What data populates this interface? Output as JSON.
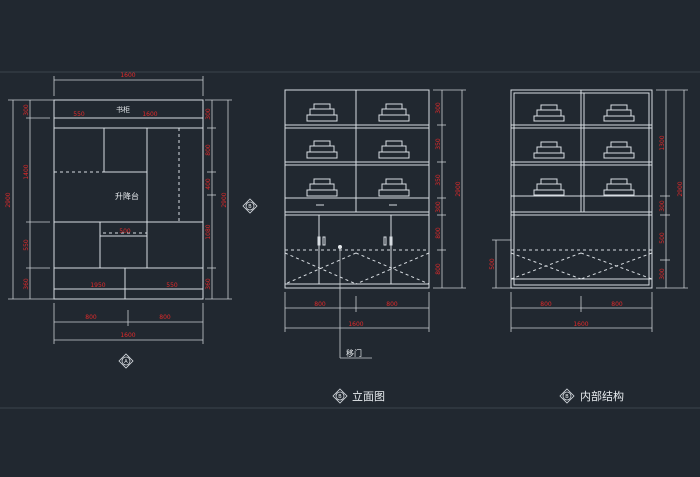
{
  "colors": {
    "background": "#212830",
    "line": "#d8dde2",
    "dimension_text": "#e02a2a",
    "label_text": "#e8ecef"
  },
  "plan_a": {
    "top_width": "1600",
    "label_shelf": "书柜",
    "label_lift": "升降台",
    "dim_550": "550",
    "dim_1600": "1600",
    "dim_500": "500",
    "dim_1950": "1950",
    "dim_550b": "550",
    "bottom_left": "800",
    "bottom_right": "800",
    "bottom_total": "1600",
    "left_total": "2900",
    "left_1": "300",
    "left_2": "1400",
    "left_3": "550",
    "left_4": "360",
    "right_total": "2900",
    "right_1": "300",
    "right_2": "800",
    "right_3": "400",
    "right_4": "1080",
    "right_5": "360",
    "marker": "A"
  },
  "section_marker": "B",
  "elevation_b": {
    "title_marker": "B",
    "title": "立面图",
    "bottom_left": "800",
    "bottom_right": "800",
    "bottom_total": "1600",
    "callout": "移门",
    "right_total": "2900",
    "right_1": "300",
    "right_2": "350",
    "right_3": "350",
    "right_4": "300",
    "right_5": "800",
    "right_6": "800"
  },
  "interior_b": {
    "title_marker": "B",
    "title": "内部结构",
    "bottom_left": "800",
    "bottom_right": "800",
    "bottom_total": "1600",
    "left_dim": "500",
    "right_total": "2900",
    "right_1": "1300",
    "right_2": "300",
    "right_3": "500",
    "right_4": "300"
  }
}
